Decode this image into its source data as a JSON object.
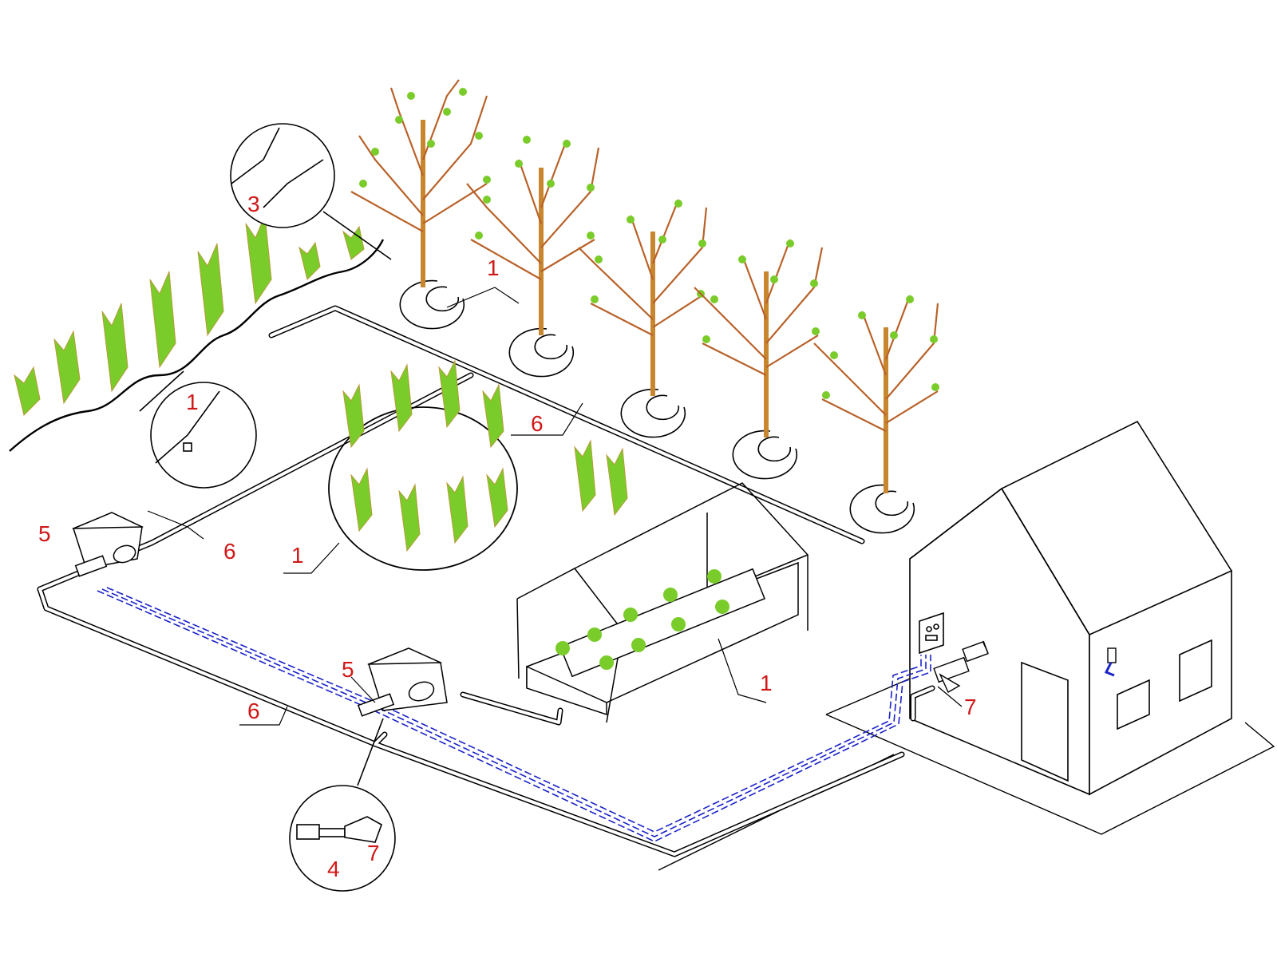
{
  "colors": {
    "line": "#000000",
    "pipe_fill": "#ffffff",
    "label_red": "#d01818",
    "label_black": "#000000",
    "cable_blue": "#1a22c8",
    "trunk": "#c8862e",
    "branch": "#b8622a",
    "leaf": "#7acc2a",
    "leaf_dark": "#b89a3a"
  },
  "labels": {
    "callout_3": "3",
    "callout_1_tree": "1",
    "callout_1_row": "1",
    "callout_6_main": "6",
    "callout_5_left": "5",
    "callout_6_left": "6",
    "callout_1_circle": "1",
    "callout_5_mid": "5",
    "callout_1_greenhouse": "1",
    "callout_6_bottom": "6",
    "callout_7_house": "7",
    "callout_4_detail": "4",
    "callout_7_detail": "7"
  },
  "icons": [
    "tree-icon",
    "plant-icon",
    "valve-box-icon",
    "controller-icon",
    "filter-icon",
    "house-icon",
    "greenhouse-icon"
  ]
}
